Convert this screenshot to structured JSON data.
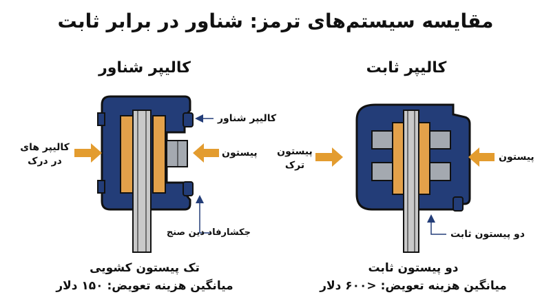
{
  "title": "مقایسه سیستم‌های ترمز: شناور در برابر ثابت",
  "colors": {
    "caliper": "#233d78",
    "pad": "#e3a14a",
    "rotor": "#c9c9c9",
    "piston": "#a4a9b0",
    "arrow": "#e39c2f"
  },
  "floating": {
    "heading": "کالیپر شناور",
    "labels": {
      "caliper": "کالیپر شناور",
      "piston": "پیستون",
      "mount": "کالیپر های\nدر درک",
      "pins": "جکشارفاد دین صنج"
    },
    "caption_line1": "تک پیستون کشویی",
    "caption_line2": "میانگین هزینه تعویض: ۱۵۰ دلار"
  },
  "fixed": {
    "heading": "کالیپر ثابت",
    "labels": {
      "piston_right": "پیستون",
      "piston_left": "پیستون\nترک",
      "two_pistons": "دو پیستون ثابت"
    },
    "caption_line1": "دو پیستون ثابت",
    "caption_line2": "میانگین هزینه تعویض: <۶۰۰ دلار"
  }
}
